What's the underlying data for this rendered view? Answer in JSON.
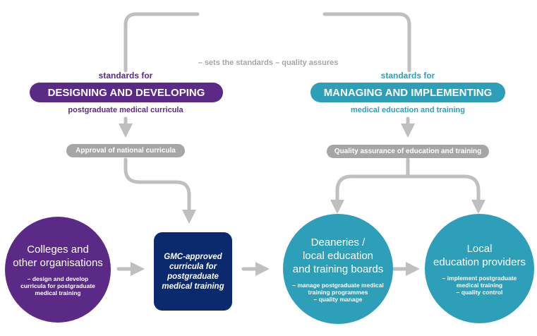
{
  "top_caption": "– sets the standards  – quality assures",
  "left_standard": {
    "above": "standards for",
    "pill": "DESIGNING AND DEVELOPING",
    "below": "postgraduate medical curricula",
    "color": "#5b2a86"
  },
  "right_standard": {
    "above": "standards for",
    "pill": "MANAGING AND IMPLEMENTING",
    "below": "medical education and training",
    "color": "#2e9fb8"
  },
  "approval_pill": "Approval of national curricula",
  "quality_pill": "Quality assurance of education and training",
  "colleges": {
    "title_lines": [
      "Colleges and",
      "other organisations"
    ],
    "sub_lines": [
      "– design and develop",
      "curricula for postgraduate",
      "medical training"
    ],
    "color": "#5b2a86"
  },
  "gmc": {
    "lines": [
      "GMC-approved",
      "curricula for",
      "postgraduate",
      "medical training"
    ],
    "color": "#0b2a6e"
  },
  "deaneries": {
    "title_lines": [
      "Deaneries /",
      "local education",
      "and training boards"
    ],
    "sub_lines": [
      "– manage postgraduate medical",
      "training programmes",
      "– quality manage"
    ],
    "color": "#2e9fb8"
  },
  "local": {
    "title_lines": [
      "Local",
      "education providers"
    ],
    "sub_lines": [
      "– implement postgraduate",
      "medical training",
      "– quality control"
    ],
    "color": "#2e9fb8"
  },
  "connector_color": "#bfbfbf"
}
